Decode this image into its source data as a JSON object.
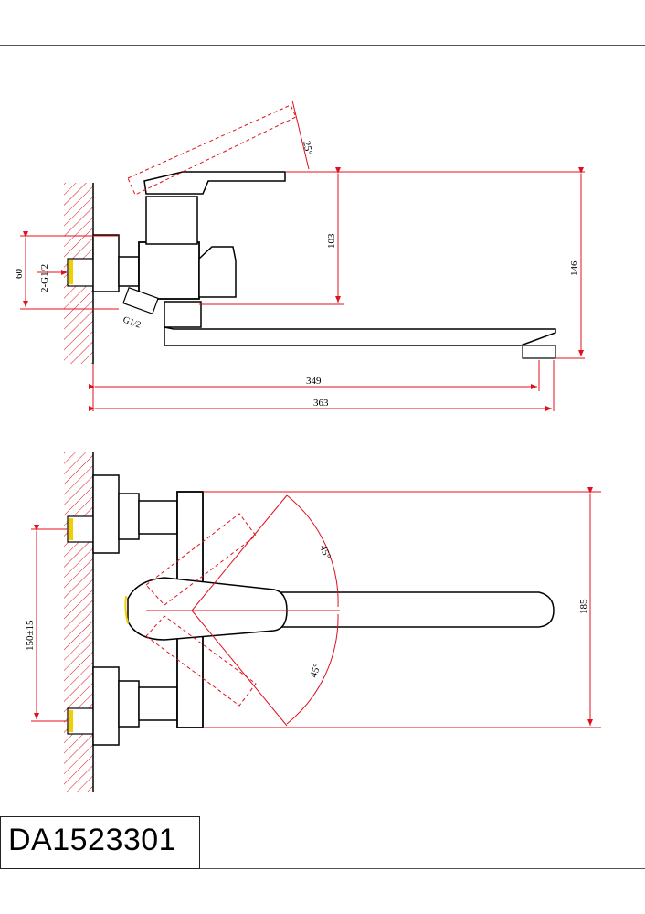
{
  "title_block": {
    "model": "DA1523301"
  },
  "side_view": {
    "angle_label": "25°",
    "dims": {
      "height_103": "103",
      "height_146": "146",
      "wall_60": "60",
      "thread_label": "2-G1/2",
      "thread_label_small": "G1/2",
      "length_349": "349",
      "length_363": "363"
    }
  },
  "top_view": {
    "angle_upper": "45°",
    "angle_lower": "45°",
    "dims": {
      "spacing": "150±15",
      "height_185": "185"
    }
  },
  "colors": {
    "dimension_line": "#e0101e",
    "outline": "#000000",
    "hatch": "#e0101e",
    "fitting_fill": "#f2d000"
  }
}
